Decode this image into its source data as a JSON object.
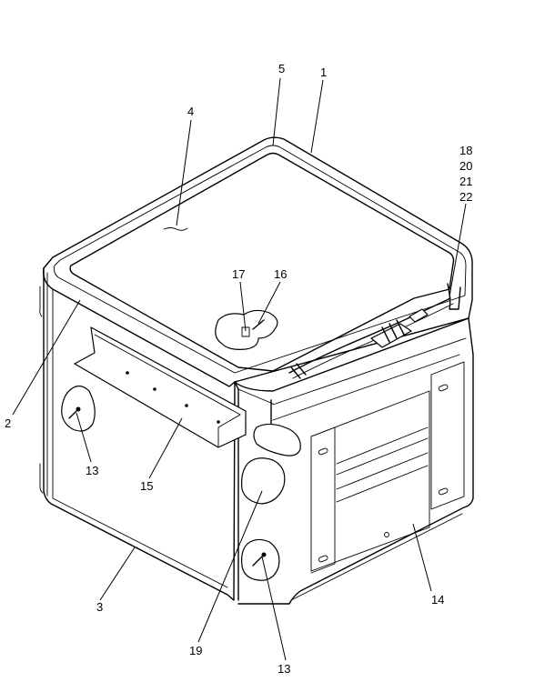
{
  "callouts": {
    "c1": "1",
    "c2": "2",
    "c3": "3",
    "c4": "4",
    "c5": "5",
    "c13a": "13",
    "c13b": "13",
    "c14": "14",
    "c15": "15",
    "c16": "16",
    "c17": "17",
    "c18": "18",
    "c19": "19",
    "c20": "20",
    "c21": "21",
    "c22": "22"
  }
}
